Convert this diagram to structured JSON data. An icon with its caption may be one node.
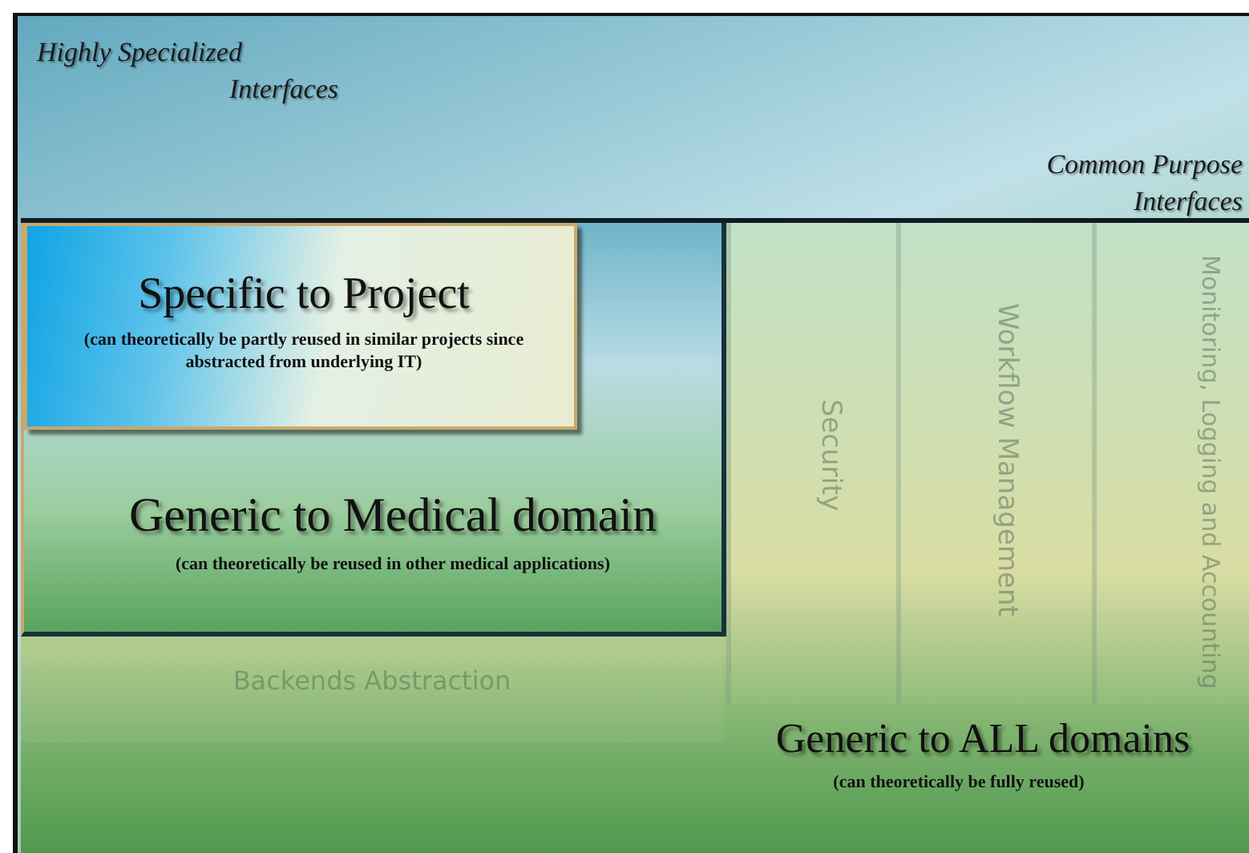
{
  "diagram": {
    "nodes": [
      {
        "text": [
          "Generic to ALL domains",
          "(can theoretically be fully reused)"
        ]
      },
      {
        "text": [
          "Generic to Medical domain",
          "(can theoretically be reused in other medical applications)"
        ],
        "in": 0
      },
      {
        "text": [
          "Specific to Project",
          "(can theoretically be partly reused in similar projects since abstracted from underlying IT)"
        ],
        "in": 1
      },
      {
        "text": [
          "Security"
        ],
        "in": 0
      },
      {
        "text": [
          "Workflow Management"
        ],
        "in": 0
      },
      {
        "text": [
          "Monitoring, Logging and Accounting"
        ],
        "in": 0
      },
      {
        "text": [
          "Backends Abstraction"
        ],
        "in": 0
      }
    ],
    "labels": [
      "Highly Specialized Interfaces",
      "Common Purpose Interfaces"
    ]
  }
}
